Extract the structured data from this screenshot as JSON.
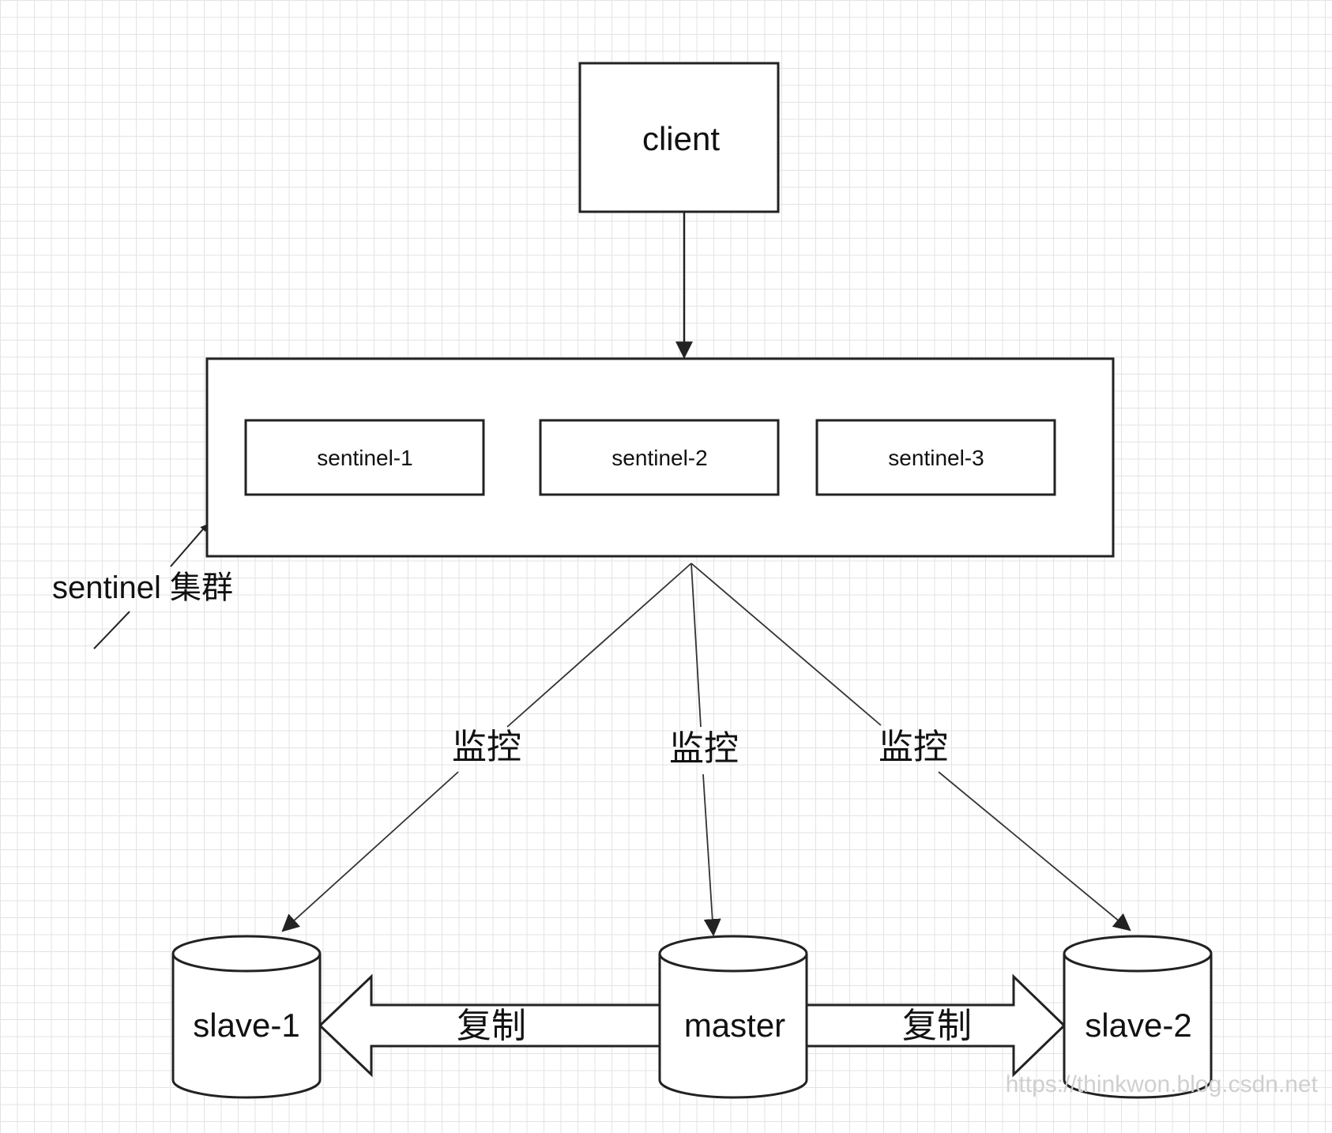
{
  "nodes": {
    "client": "client",
    "sentinel_1": "sentinel-1",
    "sentinel_2": "sentinel-2",
    "sentinel_3": "sentinel-3",
    "slave_1": "slave-1",
    "master": "master",
    "slave_2": "slave-2"
  },
  "labels": {
    "cluster": "sentinel 集群",
    "monitor_left": "监控",
    "monitor_center": "监控",
    "monitor_right": "监控",
    "replicate_left": "复制",
    "replicate_right": "复制"
  },
  "watermark": "https://thinkwon.blog.csdn.net"
}
